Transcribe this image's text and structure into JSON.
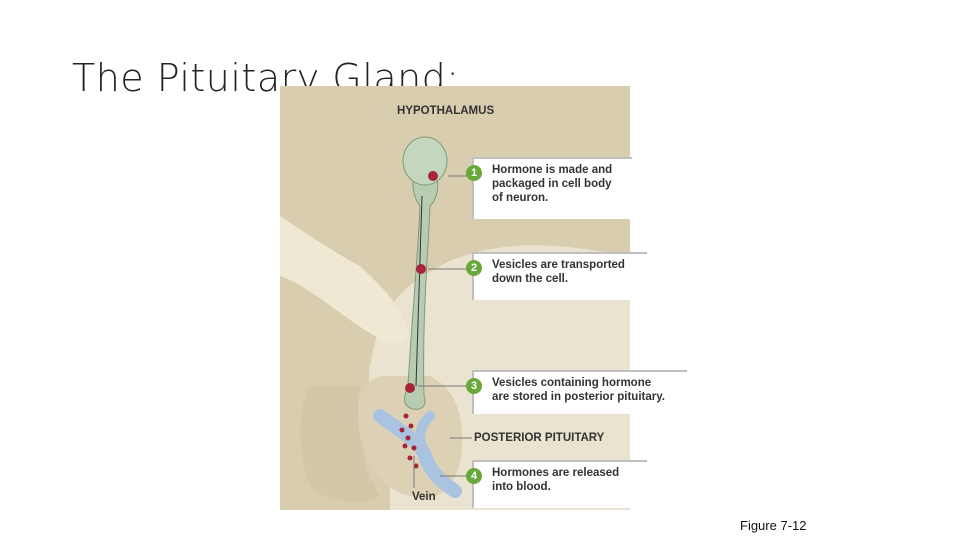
{
  "slide": {
    "title": "The Pituitary Gland:",
    "figure_ref": "Figure 7-12"
  },
  "diagram": {
    "hypothalamus_label": "HYPOTHALAMUS",
    "posterior_pituitary_label": "POSTERIOR PITUITARY",
    "vein_label": "Vein",
    "steps": [
      {
        "number": "1",
        "text": "Hormone is made and\npackaged in cell body\nof neuron."
      },
      {
        "number": "2",
        "text": "Vesicles are transported\ndown the cell."
      },
      {
        "number": "3",
        "text": "Vesicles containing hormone\nare stored in posterior pituitary."
      },
      {
        "number": "4",
        "text": "Hormones are released\ninto blood."
      }
    ],
    "colors": {
      "tissue": "#d9cdb0",
      "tissue_light": "#efe8d2",
      "neuron": "#b8ccb2",
      "vein": "#a9c3e0",
      "vesicle": "#a8243a",
      "step_badge": "#67a83a"
    }
  }
}
